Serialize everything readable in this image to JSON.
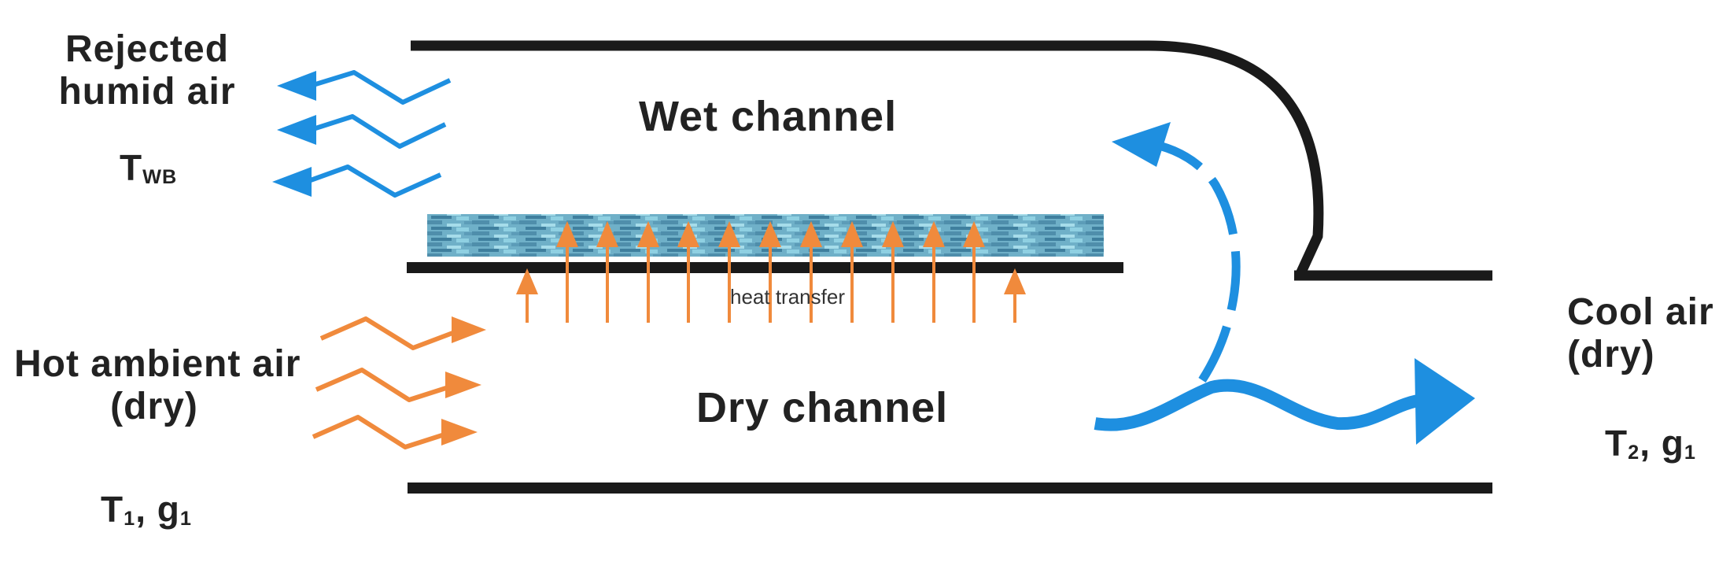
{
  "labels": {
    "rejected_line1": "Rejected",
    "rejected_line2": "humid air",
    "rejected_temp_base": "T",
    "rejected_temp_sub": "WB",
    "wet_channel": "Wet channel",
    "dry_channel": "Dry channel",
    "hot_line1": "Hot ambient air",
    "hot_line2": "(dry)",
    "inlet_t": "T",
    "inlet_t_sub": "1",
    "inlet_sep": ", g",
    "inlet_g_sub": "1",
    "cool_line1": "Cool air",
    "cool_line2": "(dry)",
    "outlet_t": "T",
    "outlet_t_sub": "2",
    "outlet_sep": ", g",
    "outlet_g_sub": "1",
    "heat_transfer": "heat transfer"
  },
  "colors": {
    "wall": "#1a1a1a",
    "blue_flow": "#1e8fe0",
    "orange_flow": "#f08a3c",
    "wet_layer_a": "#5a9ab5",
    "wet_layer_b": "#8ccfe0"
  },
  "icons": {
    "rejected_air": "wavy-arrow-left",
    "hot_air": "wavy-arrow-right",
    "cool_air": "wavy-arrow-right",
    "heat": "arrow-up"
  }
}
